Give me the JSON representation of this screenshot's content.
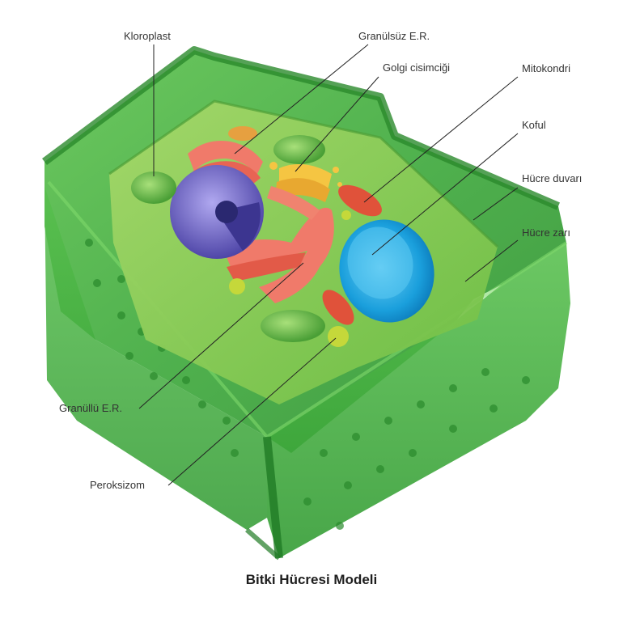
{
  "labels": {
    "kloroplast": "Kloroplast",
    "granulsuz_er": "Granülsüz E.R.",
    "golgi": "Golgi cisimciği",
    "mitokondri": "Mitokondri",
    "koful": "Koful",
    "hucre_duvari": "Hücre duvarı",
    "hucre_zari": "Hücre zarı",
    "granullu_er": "Granüllü E.R.",
    "peroksizom": "Peroksizom"
  },
  "caption": "Bitki Hücresi Modeli",
  "colors": {
    "cell_wall": "#3fae3a",
    "cell_wall_dark": "#238a2a",
    "cytoplasm": "#8fcf5a",
    "vacuole": "#1aa3e0",
    "nucleus": "#7a6fd0",
    "rough_er": "#f07a6a",
    "mitochondria": "#e0523a",
    "chloroplast": "#6cc04a",
    "golgi": "#f5c542",
    "leader_line": "#222222"
  }
}
